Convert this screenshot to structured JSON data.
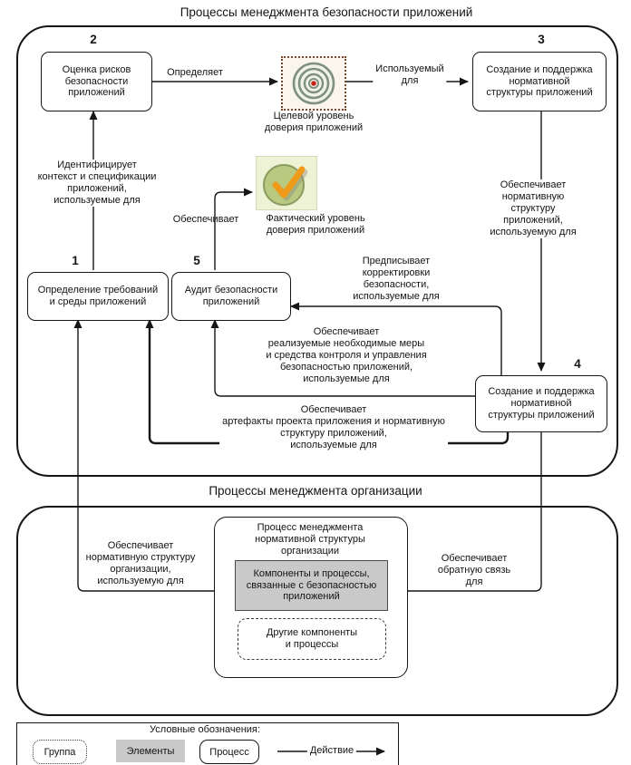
{
  "titles": {
    "security_section": "Процессы менеджмента безопасности приложений",
    "org_section": "Процессы менеджмента организации"
  },
  "boxes": {
    "b1": {
      "num": "1",
      "label": "Определение требований\nи среды приложений"
    },
    "b2": {
      "num": "2",
      "label": "Оценка рисков\nбезопасности\nприложений"
    },
    "b3": {
      "num": "3",
      "label": "Создание и поддержка\nнормативной\nструктуры приложений"
    },
    "b4": {
      "num": "4",
      "label": "Создание и поддержка\nнормативной\nструктуры приложений"
    },
    "b5": {
      "num": "5",
      "label": "Аудит безопасности\nприложений"
    }
  },
  "icons": {
    "target_label": "Целевой уровень\nдоверия приложений",
    "actual_label": "Фактический уровень\nдоверия приложений"
  },
  "edge_labels": {
    "determines": "Определяет",
    "used_for": "Используемый\nдля",
    "identifies": "Идентифицирует\nконтекст и спецификации\nприложений,\nиспользуемые для",
    "provides_check": "Обеспечивает",
    "provides_normative": "Обеспечивает\nнормативную структуру\nприложений,\nиспользуемую для",
    "prescribes": "Предписывает\nкорректировки\nбезопасности,\nиспользуемые для",
    "provides_controls": "Обеспечивает\nреализуемые необходимые меры\nи средства контроля и управления\nбезопасностью приложений,\nиспользуемые для",
    "provides_artifacts": "Обеспечивает\nартефакты проекта приложения и нормативную\nструктуру приложений,\nиспользуемые для",
    "provides_org_structure": "Обеспечивает\nнормативную структуру\nорганизации,\nиспользуемую для",
    "provides_feedback": "Обеспечивает\nобратную связь\nдля"
  },
  "org": {
    "process_title": "Процесс менеджмента\nнормативной структуры\nорганизации",
    "components_label": "Компоненты и процессы,\nсвязанные с безопасностью\nприложений",
    "other_label": "Другие компоненты\nи процессы"
  },
  "legend": {
    "title": "Условные обозначения:",
    "group": "Группа",
    "elements": "Элементы",
    "process": "Процесс",
    "action": "Действие"
  },
  "colors": {
    "line": "#161616",
    "target_center_red": "#c4271c",
    "target_ring_green": "#7f917c",
    "check_orange": "#ef9a18",
    "check_circle_green": "#b9c97f",
    "elements_gray": "#c9c9c9"
  }
}
